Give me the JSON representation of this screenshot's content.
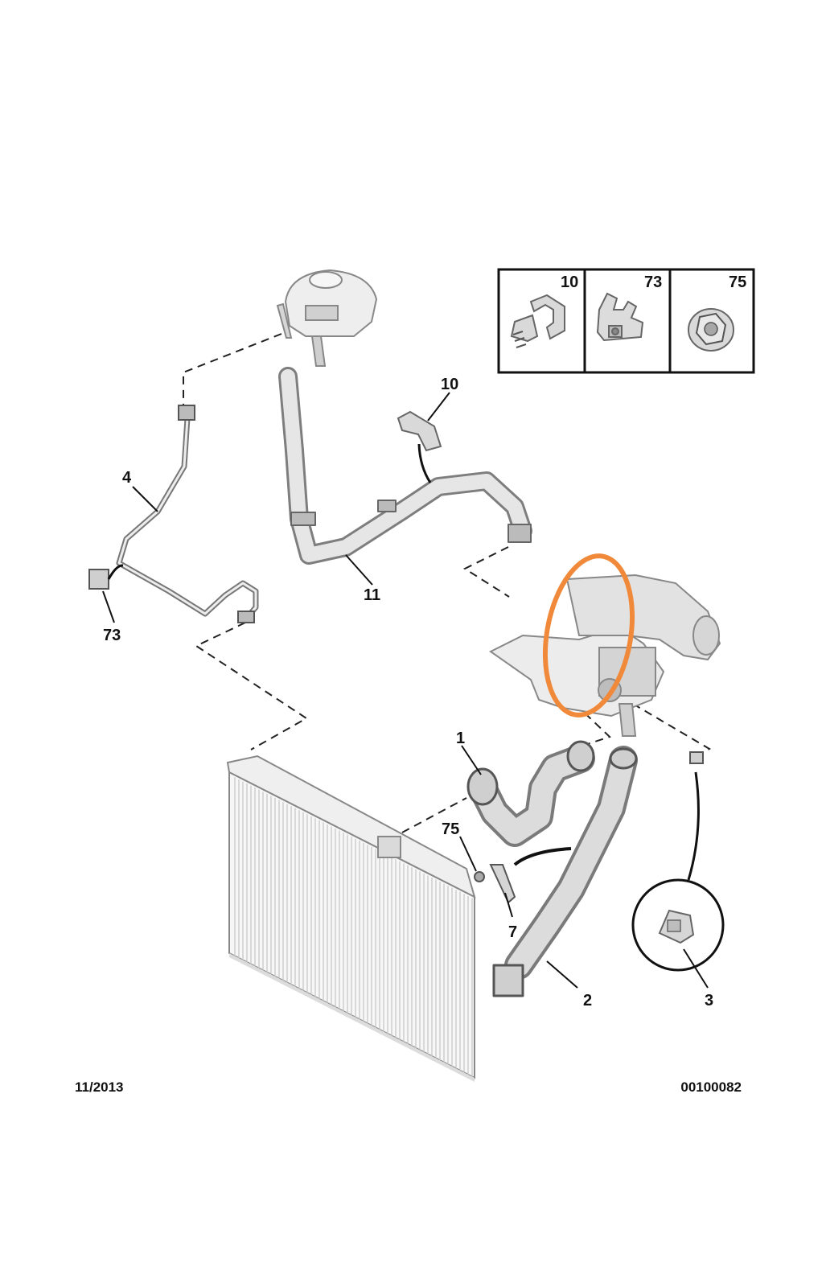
{
  "callouts": {
    "p1": "1",
    "p2": "2",
    "p3": "3",
    "p4": "4",
    "p7": "7",
    "p10": "10",
    "p11": "11",
    "p73": "73",
    "p75": "75"
  },
  "inset": {
    "items": [
      {
        "label": "10",
        "icon": "hose-clip-icon"
      },
      {
        "label": "73",
        "icon": "retaining-clip-icon"
      },
      {
        "label": "75",
        "icon": "flange-nut-icon"
      }
    ]
  },
  "footer": {
    "date": "11/2013",
    "ref": "00100082"
  },
  "colors": {
    "highlight": "#F08A3A",
    "line": "#1a1a1a",
    "part_fill": "#e6e6e6",
    "part_stroke": "#8a8a8a"
  }
}
